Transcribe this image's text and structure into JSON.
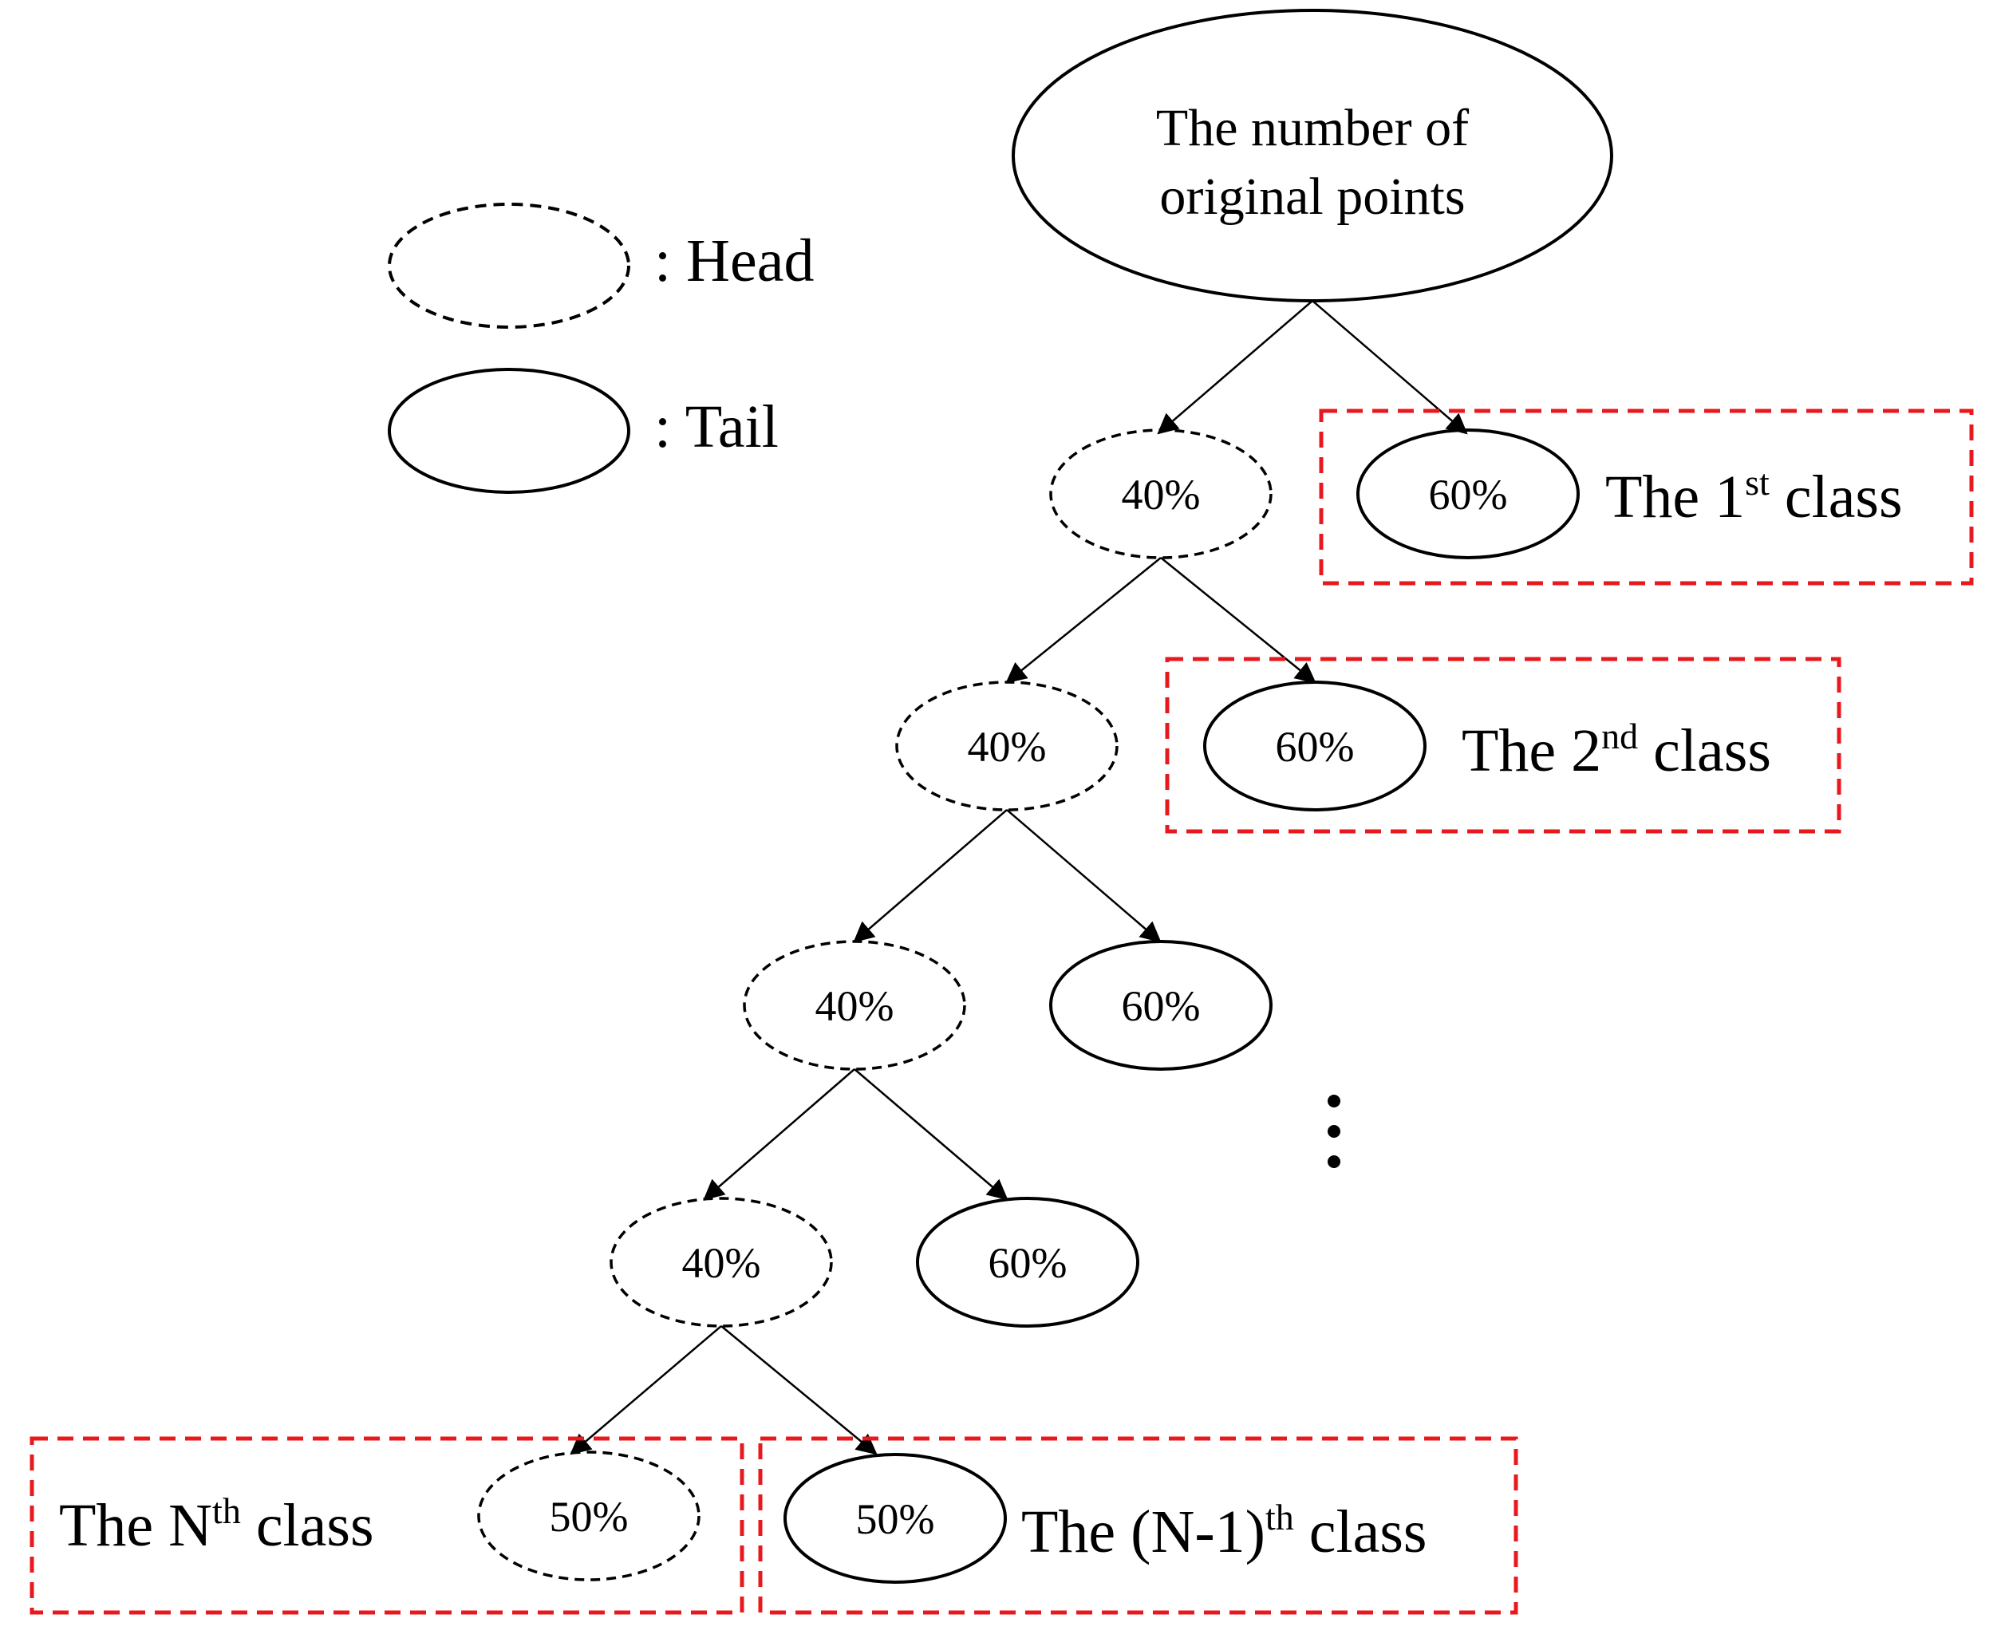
{
  "legend": {
    "head_label": ": Head",
    "tail_label": ": Tail"
  },
  "root": {
    "line1": "The number of",
    "line2": "original points"
  },
  "nodes": {
    "head_1": "40%",
    "tail_1": "60%",
    "head_2": "40%",
    "tail_2": "60%",
    "head_3": "40%",
    "tail_3": "60%",
    "head_4": "40%",
    "tail_4": "60%",
    "head_5": "50%",
    "tail_5": "50%"
  },
  "ellipsis": "⋮",
  "classes": {
    "c1": {
      "prefix": "The 1",
      "sup": "st",
      "suffix": " class"
    },
    "c2": {
      "prefix": "The 2",
      "sup": "nd",
      "suffix": " class"
    },
    "cn": {
      "prefix": "The N",
      "sup": "th",
      "suffix": " class"
    },
    "cn1": {
      "prefix": "The (N-1)",
      "sup": "th",
      "suffix": " class"
    }
  },
  "colors": {
    "line": "#000000",
    "class_box": "#e8191e"
  }
}
